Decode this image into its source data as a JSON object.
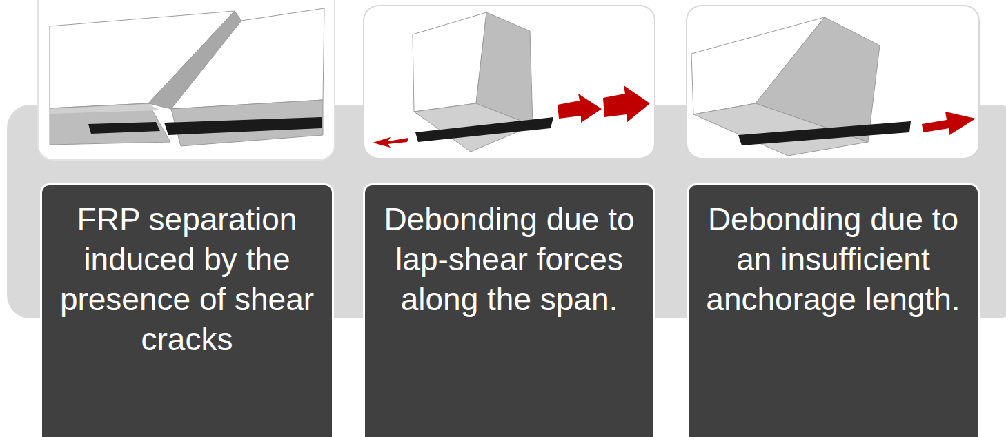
{
  "diagram": {
    "nodes": [
      {
        "text": [
          "FRP separation induced by the presence of shear cracks"
        ]
      },
      {
        "text": [
          "Debonding due to lap-shear forces along the span."
        ]
      },
      {
        "text": [
          "Debonding due to an insufficient anchorage length."
        ]
      }
    ]
  }
}
